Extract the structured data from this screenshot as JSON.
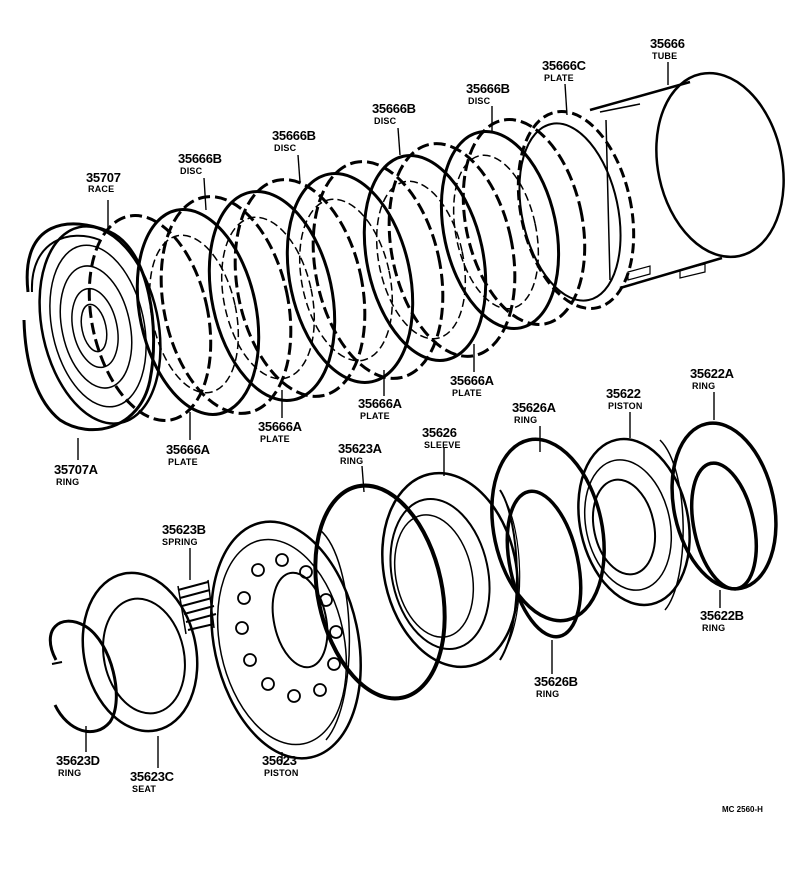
{
  "drawing_code": "MC 2560-H",
  "labels": {
    "l35707": {
      "number": "35707",
      "name": "RACE"
    },
    "l35666B_1": {
      "number": "35666B",
      "name": "DISC"
    },
    "l35666B_2": {
      "number": "35666B",
      "name": "DISC"
    },
    "l35666B_3": {
      "number": "35666B",
      "name": "DISC"
    },
    "l35666B_4": {
      "number": "35666B",
      "name": "DISC"
    },
    "l35666C": {
      "number": "35666C",
      "name": "PLATE"
    },
    "l35666": {
      "number": "35666",
      "name": "TUBE"
    },
    "l35707A": {
      "number": "35707A",
      "name": "RING"
    },
    "l35666A_1": {
      "number": "35666A",
      "name": "PLATE"
    },
    "l35666A_2": {
      "number": "35666A",
      "name": "PLATE"
    },
    "l35666A_3": {
      "number": "35666A",
      "name": "PLATE"
    },
    "l35666A_4": {
      "number": "35666A",
      "name": "PLATE"
    },
    "l35623A": {
      "number": "35623A",
      "name": "RING"
    },
    "l35626": {
      "number": "35626",
      "name": "SLEEVE"
    },
    "l35626A": {
      "number": "35626A",
      "name": "RING"
    },
    "l35622": {
      "number": "35622",
      "name": "PISTON"
    },
    "l35622A": {
      "number": "35622A",
      "name": "RING"
    },
    "l35622B": {
      "number": "35622B",
      "name": "RING"
    },
    "l35626B": {
      "number": "35626B",
      "name": "RING"
    },
    "l35623B": {
      "number": "35623B",
      "name": "SPRING"
    },
    "l35623D": {
      "number": "35623D",
      "name": "RING"
    },
    "l35623C": {
      "number": "35623C",
      "name": "SEAT"
    },
    "l35623": {
      "number": "35623",
      "name": "PISTON"
    }
  }
}
